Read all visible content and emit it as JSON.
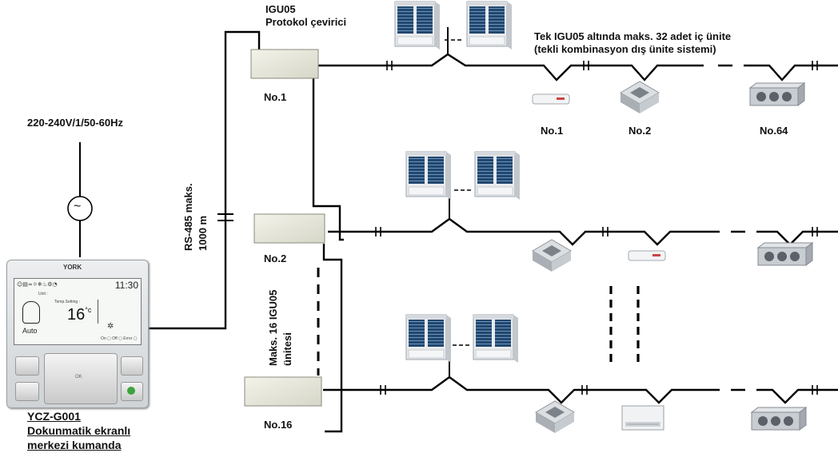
{
  "controller": {
    "brand": "YORK",
    "model": "YCZ-G001",
    "desc_line1": "Dokunmatik ekranlı",
    "desc_line2": "merkezi kumanda",
    "screen_time": "11:30",
    "screen_temp": "16",
    "screen_unit": "°c",
    "screen_mode": "Auto",
    "screen_icons": "☺▤≈☼❄♨⚙◔",
    "screen_unit_label": "Unit :",
    "screen_temp_setting": "Temp.Setting :",
    "screen_onoff": "On ▢  Off ▢  Error ▢"
  },
  "power": {
    "label": "220-240V/1/50-60Hz",
    "symbol": "~"
  },
  "bus": {
    "line1": "RS-485 maks.",
    "line2": "1000 m"
  },
  "gateway_group": {
    "line1": "Maks. 16 IGU05",
    "line2": "ünitesi"
  },
  "igu": {
    "title": "IGU05",
    "subtitle": "Protokol çevirici",
    "units": [
      "No.1",
      "No.2",
      "No.16"
    ]
  },
  "note": {
    "line1": "Tek IGU05 altında maks. 32 adet iç ünite",
    "line2": "(tekli kombinasyon dış ünite sistemi)"
  },
  "indoor_labels": [
    "No.1",
    "No.2",
    "No.64"
  ]
}
